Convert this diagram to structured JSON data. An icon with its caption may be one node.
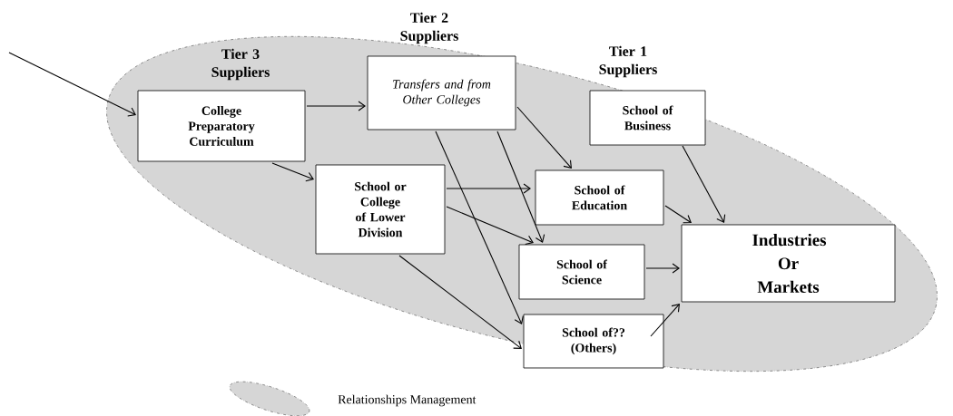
{
  "diagram": {
    "nodes": [
      {
        "text": [
          "College Preparatory Curriculum"
        ]
      },
      {
        "text": [
          "Transfers and from Other Colleges"
        ]
      },
      {
        "text": [
          "School or College of Lower Division"
        ]
      },
      {
        "text": [
          "School of Business"
        ]
      },
      {
        "text": [
          "School of Education"
        ]
      },
      {
        "text": [
          "School of Science"
        ]
      },
      {
        "text": [
          "School of?? (Others)"
        ]
      },
      {
        "text": [
          "Industries Or Markets"
        ]
      }
    ],
    "edges": [
      {
        "from": null,
        "to": 0,
        "arrow": "to"
      },
      {
        "from": 0,
        "to": 1,
        "arrow": "to"
      },
      {
        "from": 0,
        "to": 2,
        "arrow": "to"
      },
      {
        "from": 1,
        "to": 4,
        "arrow": "to"
      },
      {
        "from": 1,
        "to": 5,
        "arrow": "to"
      },
      {
        "from": 1,
        "to": 6,
        "arrow": "to"
      },
      {
        "from": 2,
        "to": 4,
        "arrow": "to"
      },
      {
        "from": 2,
        "to": 5,
        "arrow": "to"
      },
      {
        "from": 2,
        "to": 6,
        "arrow": "to"
      },
      {
        "from": 3,
        "to": 7,
        "arrow": "to"
      },
      {
        "from": 4,
        "to": 7,
        "arrow": "to"
      },
      {
        "from": 5,
        "to": 7,
        "arrow": "to"
      },
      {
        "from": 6,
        "to": 7,
        "arrow": "to"
      }
    ],
    "labels": [
      "Tier 3 Suppliers",
      "Tier 2 Suppliers",
      "Tier 1 Suppliers"
    ],
    "legend": [
      {
        "text": "Relationships Management"
      }
    ]
  }
}
